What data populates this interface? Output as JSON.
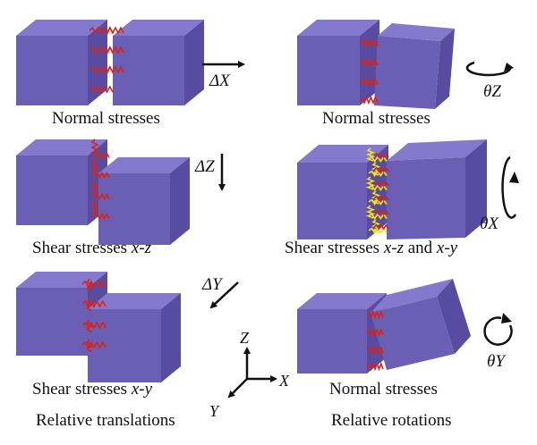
{
  "panels": {
    "tl": {
      "caption": "Normal stresses",
      "symbol": "ΔX"
    },
    "tr": {
      "caption": "Normal stresses",
      "symbol": "θZ"
    },
    "ml": {
      "caption_main": "Shear stresses ",
      "caption_var": "x-z",
      "symbol": "ΔZ"
    },
    "mr": {
      "caption_main": "Shear stresses ",
      "caption_var1": "x-z",
      "caption_and": " and ",
      "caption_var2": "x-y",
      "symbol": "θX"
    },
    "bl": {
      "caption_main": "Shear stresses ",
      "caption_var": "x-y",
      "symbol": "ΔY"
    },
    "br": {
      "caption": "Normal stresses",
      "symbol": "θY"
    }
  },
  "axes": {
    "z": "Z",
    "x": "X",
    "y": "Y"
  },
  "footer": {
    "left": "Relative translations",
    "right": "Relative rotations"
  },
  "colors": {
    "cube_front": "#6a5fb5",
    "cube_top": "#8479cc",
    "cube_side": "#574c9f",
    "spring": "#d8231a",
    "shear_spring": "#f2e21a"
  }
}
